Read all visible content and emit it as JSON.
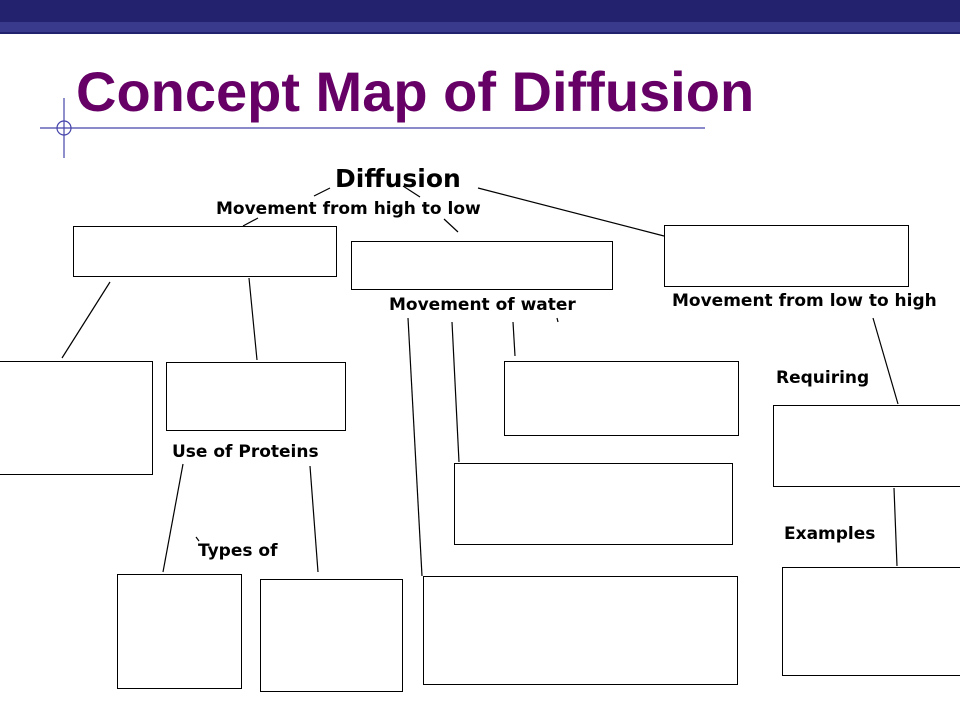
{
  "slide": {
    "title": "Concept Map of Diffusion",
    "colors": {
      "title": "#660066",
      "top_bar": "#22226e",
      "accent_line": "#4444aa"
    }
  },
  "concept_map": {
    "root": "Diffusion",
    "links": {
      "high_to_low": "Movement from high to low",
      "low_to_high": "Movement from low to high",
      "water": "Movement of water",
      "proteins": "Use of Proteins",
      "types": "Types of",
      "requiring": "Requiring",
      "examples": "Examples"
    }
  }
}
